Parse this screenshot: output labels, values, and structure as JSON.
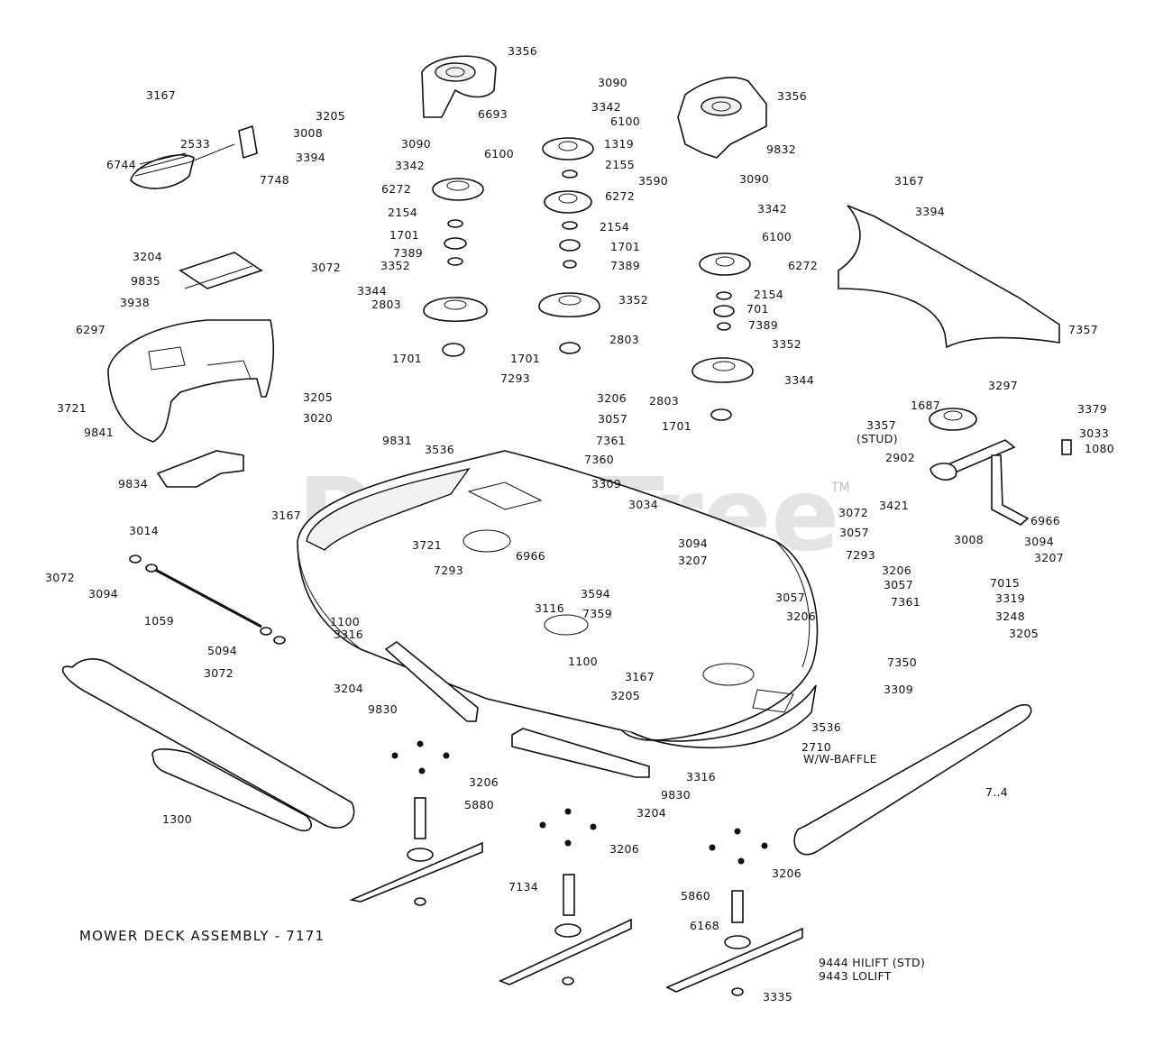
{
  "title": "MOWER DECK ASSEMBLY - 7171",
  "watermark": {
    "text": "PartsTree",
    "trademark": "TM"
  },
  "callouts": [
    {
      "id": "c1",
      "text": "3356"
    },
    {
      "id": "c2",
      "text": "6693"
    },
    {
      "id": "c3",
      "text": "3090"
    },
    {
      "id": "c4",
      "text": "3342"
    },
    {
      "id": "c5",
      "text": "6100"
    },
    {
      "id": "c6",
      "text": "1319"
    },
    {
      "id": "c7",
      "text": "3356"
    },
    {
      "id": "c8",
      "text": "9832"
    },
    {
      "id": "c9",
      "text": "3167"
    },
    {
      "id": "c10",
      "text": "3205"
    },
    {
      "id": "c11",
      "text": "3008"
    },
    {
      "id": "c12",
      "text": "2533"
    },
    {
      "id": "c13",
      "text": "3394"
    },
    {
      "id": "c14",
      "text": "6744"
    },
    {
      "id": "c15",
      "text": "7748"
    },
    {
      "id": "c16",
      "text": "3090"
    },
    {
      "id": "c17",
      "text": "6100"
    },
    {
      "id": "c18",
      "text": "3342"
    },
    {
      "id": "c19",
      "text": "6272"
    },
    {
      "id": "c20",
      "text": "2155"
    },
    {
      "id": "c21",
      "text": "3590"
    },
    {
      "id": "c22",
      "text": "6272"
    },
    {
      "id": "c23",
      "text": "3090"
    },
    {
      "id": "c24",
      "text": "3167"
    },
    {
      "id": "c25",
      "text": "3394"
    },
    {
      "id": "c26",
      "text": "3342"
    },
    {
      "id": "c27",
      "text": "2154"
    },
    {
      "id": "c28",
      "text": "2154"
    },
    {
      "id": "c29",
      "text": "6100"
    },
    {
      "id": "c30",
      "text": "1701"
    },
    {
      "id": "c31",
      "text": "1701"
    },
    {
      "id": "c32",
      "text": "7389"
    },
    {
      "id": "c33",
      "text": "7389"
    },
    {
      "id": "c34",
      "text": "6272"
    },
    {
      "id": "c35",
      "text": "3204"
    },
    {
      "id": "c36",
      "text": "3072"
    },
    {
      "id": "c37",
      "text": "9835"
    },
    {
      "id": "c38",
      "text": "3352"
    },
    {
      "id": "c39",
      "text": "3344"
    },
    {
      "id": "c40",
      "text": "3352"
    },
    {
      "id": "c41",
      "text": "2154"
    },
    {
      "id": "c42",
      "text": "701"
    },
    {
      "id": "c43",
      "text": "7389"
    },
    {
      "id": "c44",
      "text": "7357"
    },
    {
      "id": "c45",
      "text": "3938"
    },
    {
      "id": "c46",
      "text": "2803"
    },
    {
      "id": "c47",
      "text": "2803"
    },
    {
      "id": "c48",
      "text": "6297"
    },
    {
      "id": "c49",
      "text": "1701"
    },
    {
      "id": "c50",
      "text": "1701"
    },
    {
      "id": "c51",
      "text": "3352"
    },
    {
      "id": "c52",
      "text": "7293"
    },
    {
      "id": "c53",
      "text": "3344"
    },
    {
      "id": "c54",
      "text": "3206"
    },
    {
      "id": "c55",
      "text": "2803"
    },
    {
      "id": "c56",
      "text": "3297"
    },
    {
      "id": "c57",
      "text": "3721"
    },
    {
      "id": "c58",
      "text": "3205"
    },
    {
      "id": "c59",
      "text": "3057"
    },
    {
      "id": "c60",
      "text": "1701"
    },
    {
      "id": "c61",
      "text": "1687"
    },
    {
      "id": "c62",
      "text": "3379"
    },
    {
      "id": "c63",
      "text": "3020"
    },
    {
      "id": "c64",
      "text": "9841"
    },
    {
      "id": "c65",
      "text": "9831"
    },
    {
      "id": "c66",
      "text": "7361"
    },
    {
      "id": "c67",
      "text": "3357"
    },
    {
      "id": "c68",
      "text": "(STUD)"
    },
    {
      "id": "c69",
      "text": "3033"
    },
    {
      "id": "c70",
      "text": "3536"
    },
    {
      "id": "c71",
      "text": "1080"
    },
    {
      "id": "c72",
      "text": "7360"
    },
    {
      "id": "c73",
      "text": "2902"
    },
    {
      "id": "c74",
      "text": "9834"
    },
    {
      "id": "c75",
      "text": "3309"
    },
    {
      "id": "c76",
      "text": "3167"
    },
    {
      "id": "c77",
      "text": "3034"
    },
    {
      "id": "c78",
      "text": "3421"
    },
    {
      "id": "c79",
      "text": "3072"
    },
    {
      "id": "c80",
      "text": "6966"
    },
    {
      "id": "c81",
      "text": "3014"
    },
    {
      "id": "c82",
      "text": "3721"
    },
    {
      "id": "c83",
      "text": "3057"
    },
    {
      "id": "c84",
      "text": "3008"
    },
    {
      "id": "c85",
      "text": "3094"
    },
    {
      "id": "c86",
      "text": "3094"
    },
    {
      "id": "c87",
      "text": "6966"
    },
    {
      "id": "c88",
      "text": "3207"
    },
    {
      "id": "c89",
      "text": "3207"
    },
    {
      "id": "c90",
      "text": "3072"
    },
    {
      "id": "c91",
      "text": "7293"
    },
    {
      "id": "c92",
      "text": "3094"
    },
    {
      "id": "c93",
      "text": "7293"
    },
    {
      "id": "c94",
      "text": "3206"
    },
    {
      "id": "c95",
      "text": "7015"
    },
    {
      "id": "c96",
      "text": "3057"
    },
    {
      "id": "c97",
      "text": "3594"
    },
    {
      "id": "c98",
      "text": "3057"
    },
    {
      "id": "c99",
      "text": "3319"
    },
    {
      "id": "c100",
      "text": "7359"
    },
    {
      "id": "c101",
      "text": "7361"
    },
    {
      "id": "c102",
      "text": "3116"
    },
    {
      "id": "c103",
      "text": "3206"
    },
    {
      "id": "c104",
      "text": "3248"
    },
    {
      "id": "c105",
      "text": "1059"
    },
    {
      "id": "c106",
      "text": "1100"
    },
    {
      "id": "c107",
      "text": "3205"
    },
    {
      "id": "c108",
      "text": "3316"
    },
    {
      "id": "c109",
      "text": "5094"
    },
    {
      "id": "c110",
      "text": "1100"
    },
    {
      "id": "c111",
      "text": "7350"
    },
    {
      "id": "c112",
      "text": "3072"
    },
    {
      "id": "c113",
      "text": "3167"
    },
    {
      "id": "c114",
      "text": "3204"
    },
    {
      "id": "c115",
      "text": "3205"
    },
    {
      "id": "c116",
      "text": "3309"
    },
    {
      "id": "c117",
      "text": "9830"
    },
    {
      "id": "c118",
      "text": "3536"
    },
    {
      "id": "c119",
      "text": "2710"
    },
    {
      "id": "c120",
      "text": "W/W-BAFFLE"
    },
    {
      "id": "c121",
      "text": "3206"
    },
    {
      "id": "c122",
      "text": "3316"
    },
    {
      "id": "c123",
      "text": "1300"
    },
    {
      "id": "c124",
      "text": "5880"
    },
    {
      "id": "c125",
      "text": "9830"
    },
    {
      "id": "c126",
      "text": "3204"
    },
    {
      "id": "c127",
      "text": "7..4"
    },
    {
      "id": "c128",
      "text": "3206"
    },
    {
      "id": "c129",
      "text": "3206"
    },
    {
      "id": "c130",
      "text": "7134"
    },
    {
      "id": "c131",
      "text": "5860"
    },
    {
      "id": "c132",
      "text": "6168"
    },
    {
      "id": "c133",
      "text": "9444 HILIFT (STD)"
    },
    {
      "id": "c134",
      "text": "9443 LOLIFT"
    },
    {
      "id": "c135",
      "text": "3335"
    }
  ]
}
